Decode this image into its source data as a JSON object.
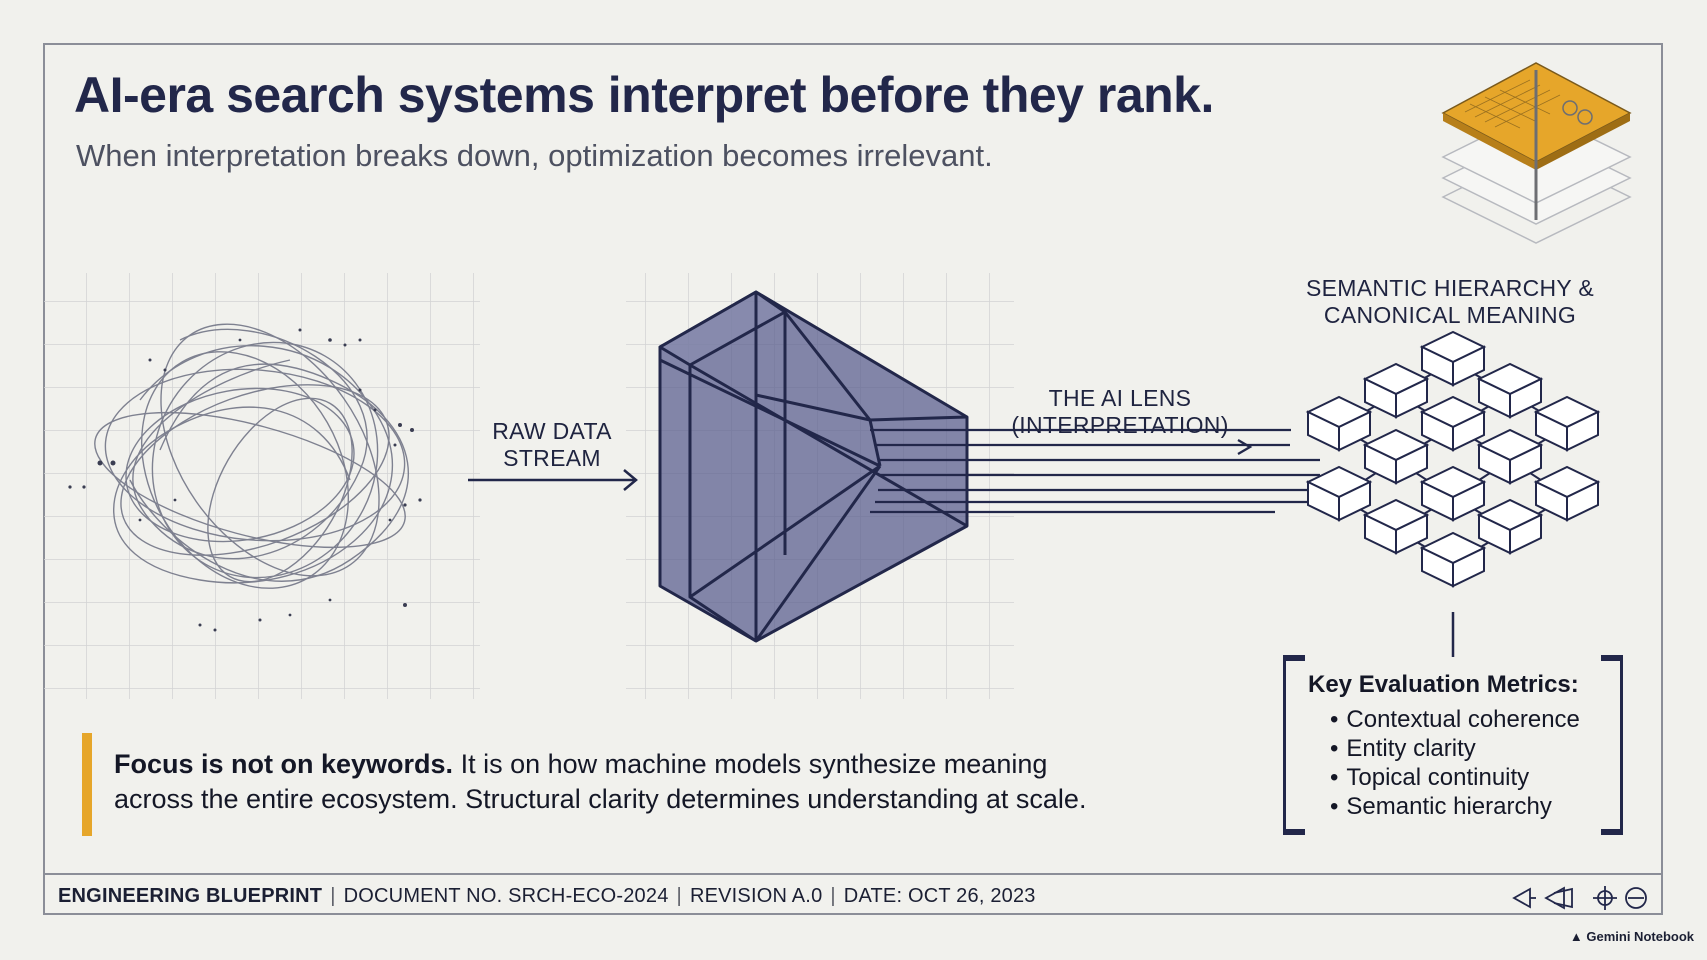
{
  "header": {
    "title": "AI-era search systems interpret before they rank.",
    "subtitle": "When interpretation breaks down, optimization becomes irrelevant."
  },
  "diagram": {
    "raw_label_line1": "RAW DATA",
    "raw_label_line2": "STREAM",
    "lens_label_line1": "THE AI LENS",
    "lens_label_line2": "(INTERPRETATION)",
    "semantic_label_line1": "SEMANTIC HIERARCHY &",
    "semantic_label_line2": "CANONICAL MEANING"
  },
  "callout": {
    "bold": "Focus is not on keywords.",
    "text_line1": " It is on how machine models synthesize meaning",
    "text_line2": "across the entire ecosystem. Structural clarity determines understanding at scale."
  },
  "metrics": {
    "title": "Key Evaluation Metrics:",
    "items": [
      "Contextual coherence",
      "Entity clarity",
      "Topical continuity",
      "Semantic hierarchy"
    ]
  },
  "footer": {
    "blueprint": "ENGINEERING BLUEPRINT",
    "document": "DOCUMENT NO. SRCH-ECO-2024",
    "revision": "REVISION A.0",
    "date": "DATE: OCT 26, 2023",
    "brand": "Gemini Notebook"
  },
  "colors": {
    "accent": "#e6a62a",
    "ink": "#22274a",
    "prism_fill": "#5c6090",
    "grid": "#d2d3d3"
  },
  "icons": [
    "arrow-left-icon",
    "double-arrow-left-icon",
    "crosshair-icon",
    "target-icon",
    "layered-chip-icon"
  ]
}
